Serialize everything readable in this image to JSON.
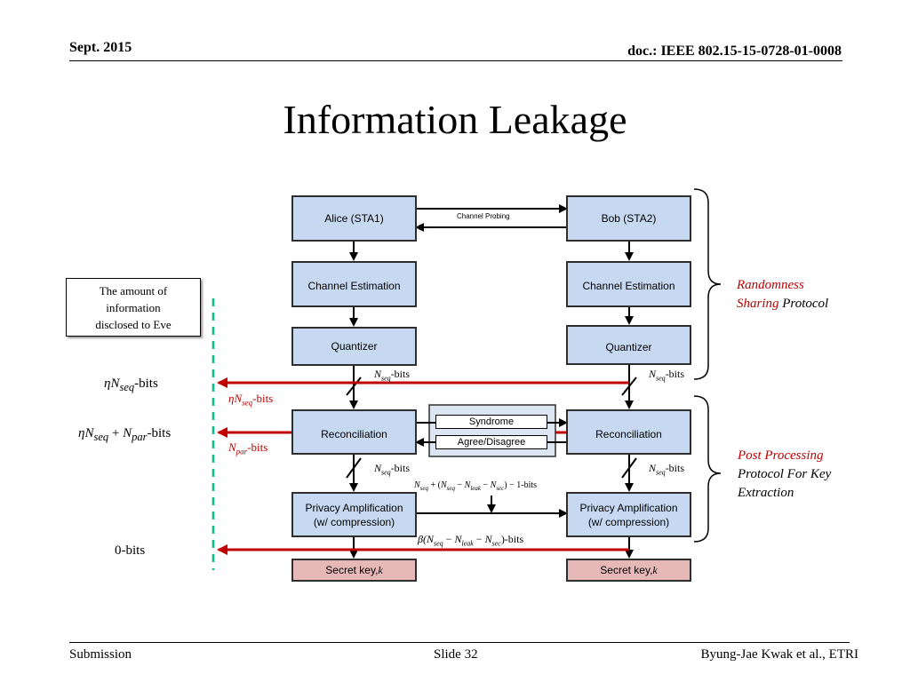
{
  "header": {
    "date": "Sept. 2015",
    "doc": "doc.: IEEE 802.15-15-0728-01-0008"
  },
  "title": "Information Leakage",
  "boxes": {
    "alice": "Alice (STA1)",
    "bob": "Bob (STA2)",
    "chan_est_a": "Channel Estimation",
    "chan_est_b": "Channel Estimation",
    "quant_a": "Quantizer",
    "quant_b": "Quantizer",
    "recon_a": "Reconciliation",
    "recon_b": "Reconciliation",
    "priv_a_l1": "Privacy Amplification",
    "priv_a_l2": "(w/ compression)",
    "priv_b_l1": "Privacy Amplification",
    "priv_b_l2": "(w/ compression)",
    "key_a_text": "Secret key, ",
    "key_a_var": "k",
    "key_b_text": "Secret key, ",
    "key_b_var": "k",
    "syndrome": "Syndrome",
    "agree": "Agree/Disagree",
    "channel_probing": "Channel Probing"
  },
  "eve_box": {
    "l1": "The amount of",
    "l2": "information",
    "l3": "disclosed to Eve"
  },
  "left_labels": {
    "row1": {
      "eta": "η",
      "n": "N",
      "sub": "seq",
      "rest": "-bits"
    },
    "row2": {
      "eta": "η",
      "n": "N",
      "sub": "seq",
      "plus": " + ",
      "n2": "N",
      "sub2": "par",
      "rest": "-bits"
    },
    "row3": "0-bits"
  },
  "red_labels": {
    "a": {
      "eta": "η",
      "n": "N",
      "sub": "seq",
      "rest": "-bits"
    },
    "b": {
      "n": "N",
      "sub": "par",
      "rest": "-bits"
    }
  },
  "bit_labels": {
    "q_a": {
      "n": "N",
      "sub": "seq",
      "rest": "-bits"
    },
    "q_b": {
      "n": "N",
      "sub": "seq",
      "rest": "-bits"
    },
    "r_a": {
      "n": "N",
      "sub": "seq",
      "rest": "-bits"
    },
    "r_b": {
      "n": "N",
      "sub": "seq",
      "rest": "-bits"
    },
    "formula": {
      "n1": "N",
      "s1": "seq",
      "p1": " + (",
      "n2": "N",
      "s2": "seq",
      "m1": " − ",
      "n3": "N",
      "s3": "leak",
      "m2": " − ",
      "n4": "N",
      "s4": "sec",
      "end": ") − 1-bits"
    },
    "beta": {
      "b": "β(",
      "n1": "N",
      "s1": "seq",
      "m1": " − ",
      "n2": "N",
      "s2": "leak",
      "m2": " − ",
      "n3": "N",
      "s3": "sec",
      "end": ")-bits"
    }
  },
  "protocols": {
    "randomness": {
      "r1": "Randomness",
      "r2": "Sharing",
      "r3": " Protocol"
    },
    "post": {
      "r1": "Post Processing",
      "r2": "Protocol For Key",
      "r3": "Extraction"
    }
  },
  "footer": {
    "left": "Submission",
    "center": "Slide 32",
    "right": "Byung-Jae Kwak et al., ETRI"
  },
  "colors": {
    "box_fill": "#c6d9f1",
    "key_fill": "#e6b9b8",
    "leak_red": "#c00000",
    "eve_dash": "#00c08b"
  }
}
